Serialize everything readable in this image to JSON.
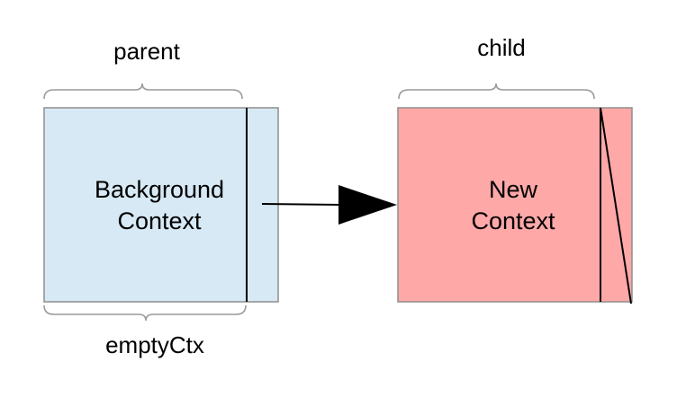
{
  "labels": {
    "parent": "parent",
    "child": "child",
    "empty_ctx": "emptyCtx"
  },
  "boxes": {
    "background": {
      "line1": "Background",
      "line2": "Context",
      "fill": "#d6e9f5",
      "stroke": "#8e8e8e"
    },
    "new": {
      "line1": "New",
      "line2": "Context",
      "fill": "#ffa8a8",
      "stroke": "#8e8e8e"
    }
  },
  "colors": {
    "line": "#000000",
    "brace": "#9a9a9a"
  }
}
